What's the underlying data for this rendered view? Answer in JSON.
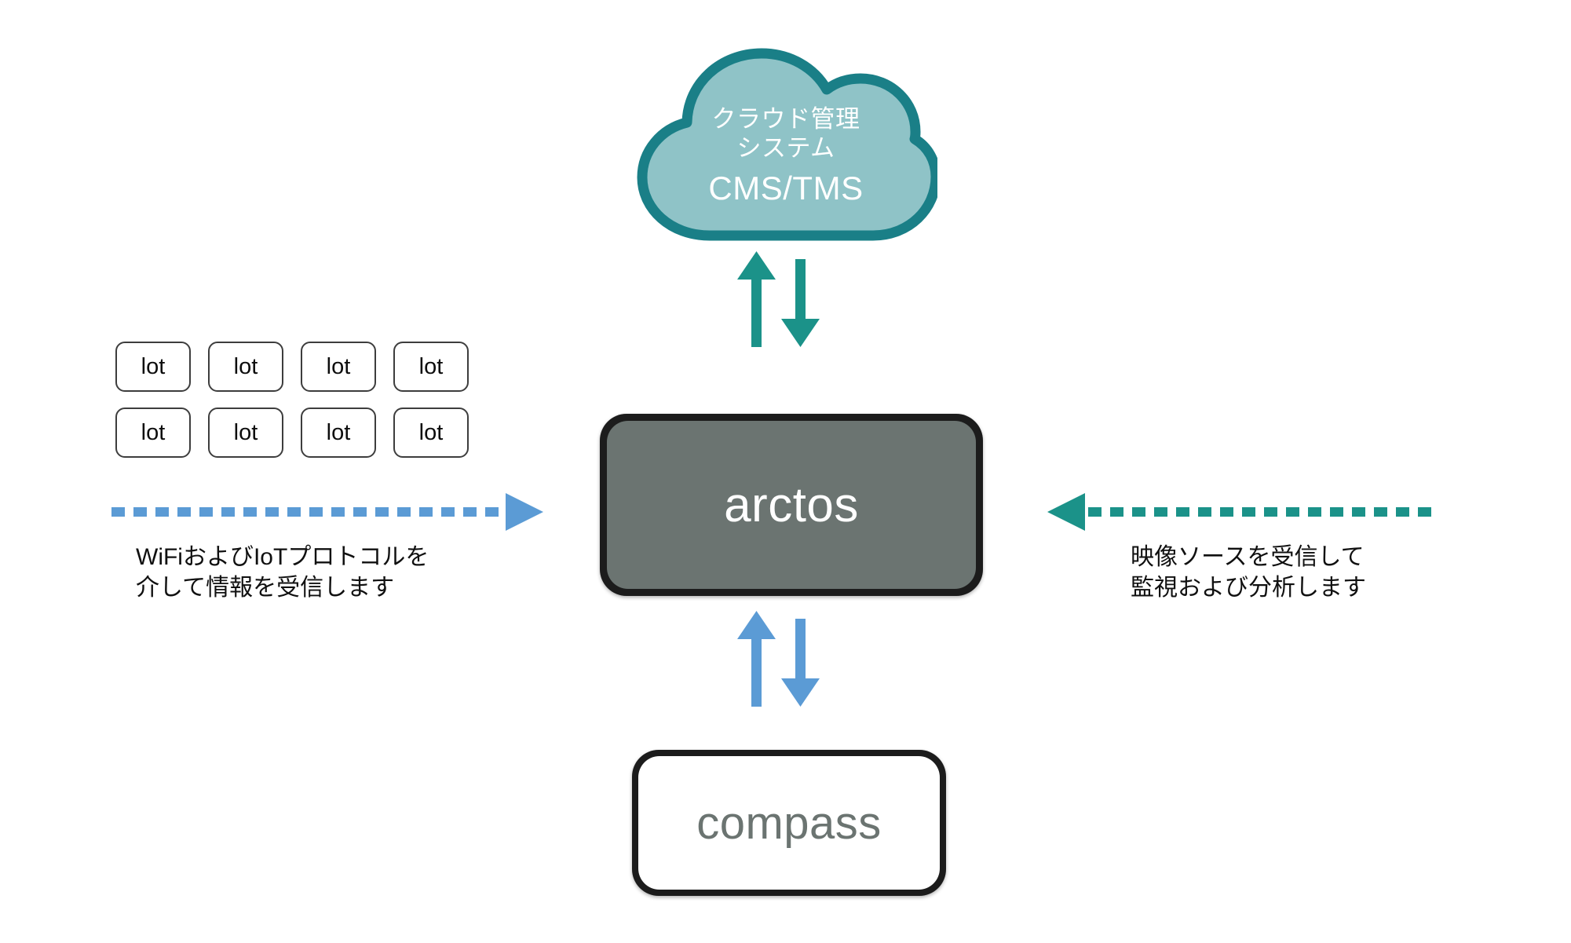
{
  "diagram": {
    "title": "arctos system architecture diagram",
    "background_color": "#ffffff"
  },
  "cloud": {
    "name": "cloud-management-system",
    "line1": "クラウド管理",
    "line2": "システム",
    "line3": "CMS/TMS",
    "fill_color": "#8fc3c7",
    "stroke_color": "#1a7f87",
    "text_color": "#ffffff"
  },
  "arctos": {
    "name": "arctos-device",
    "label": "arctos",
    "screen_color": "#6b7471",
    "body_color": "#1c1c1c",
    "text_color": "#ffffff"
  },
  "compass": {
    "name": "compass-device",
    "label": "compass",
    "screen_color": "#ffffff",
    "body_color": "#1c1c1c",
    "text_color": "#6b7471"
  },
  "iot_nodes": {
    "label": "lot",
    "rows": [
      [
        "lot",
        "lot",
        "lot",
        "lot"
      ],
      [
        "lot",
        "lot",
        "lot",
        "lot"
      ]
    ],
    "border_color": "#3d3d3d",
    "text_color": "#0d0d0d"
  },
  "connections": {
    "cloud_link": {
      "name": "cloud-bidirectional-link",
      "color": "#1b9289",
      "up_arrow": "arrow-up",
      "down_arrow": "arrow-down"
    },
    "compass_link": {
      "name": "compass-bidirectional-link",
      "color": "#5b9bd5",
      "up_arrow": "arrow-up",
      "down_arrow": "arrow-down"
    },
    "left_ingress": {
      "name": "iot-ingress-arrow",
      "color": "#5b9bd5",
      "direction": "right",
      "style": "dashed"
    },
    "right_ingress": {
      "name": "video-ingress-arrow",
      "color": "#1b9289",
      "direction": "left",
      "style": "dashed"
    }
  },
  "captions": {
    "left": "WiFiおよびIoTプロトコルを\n介して情報を受信します",
    "right": "映像ソースを受信して\n監視および分析します"
  }
}
